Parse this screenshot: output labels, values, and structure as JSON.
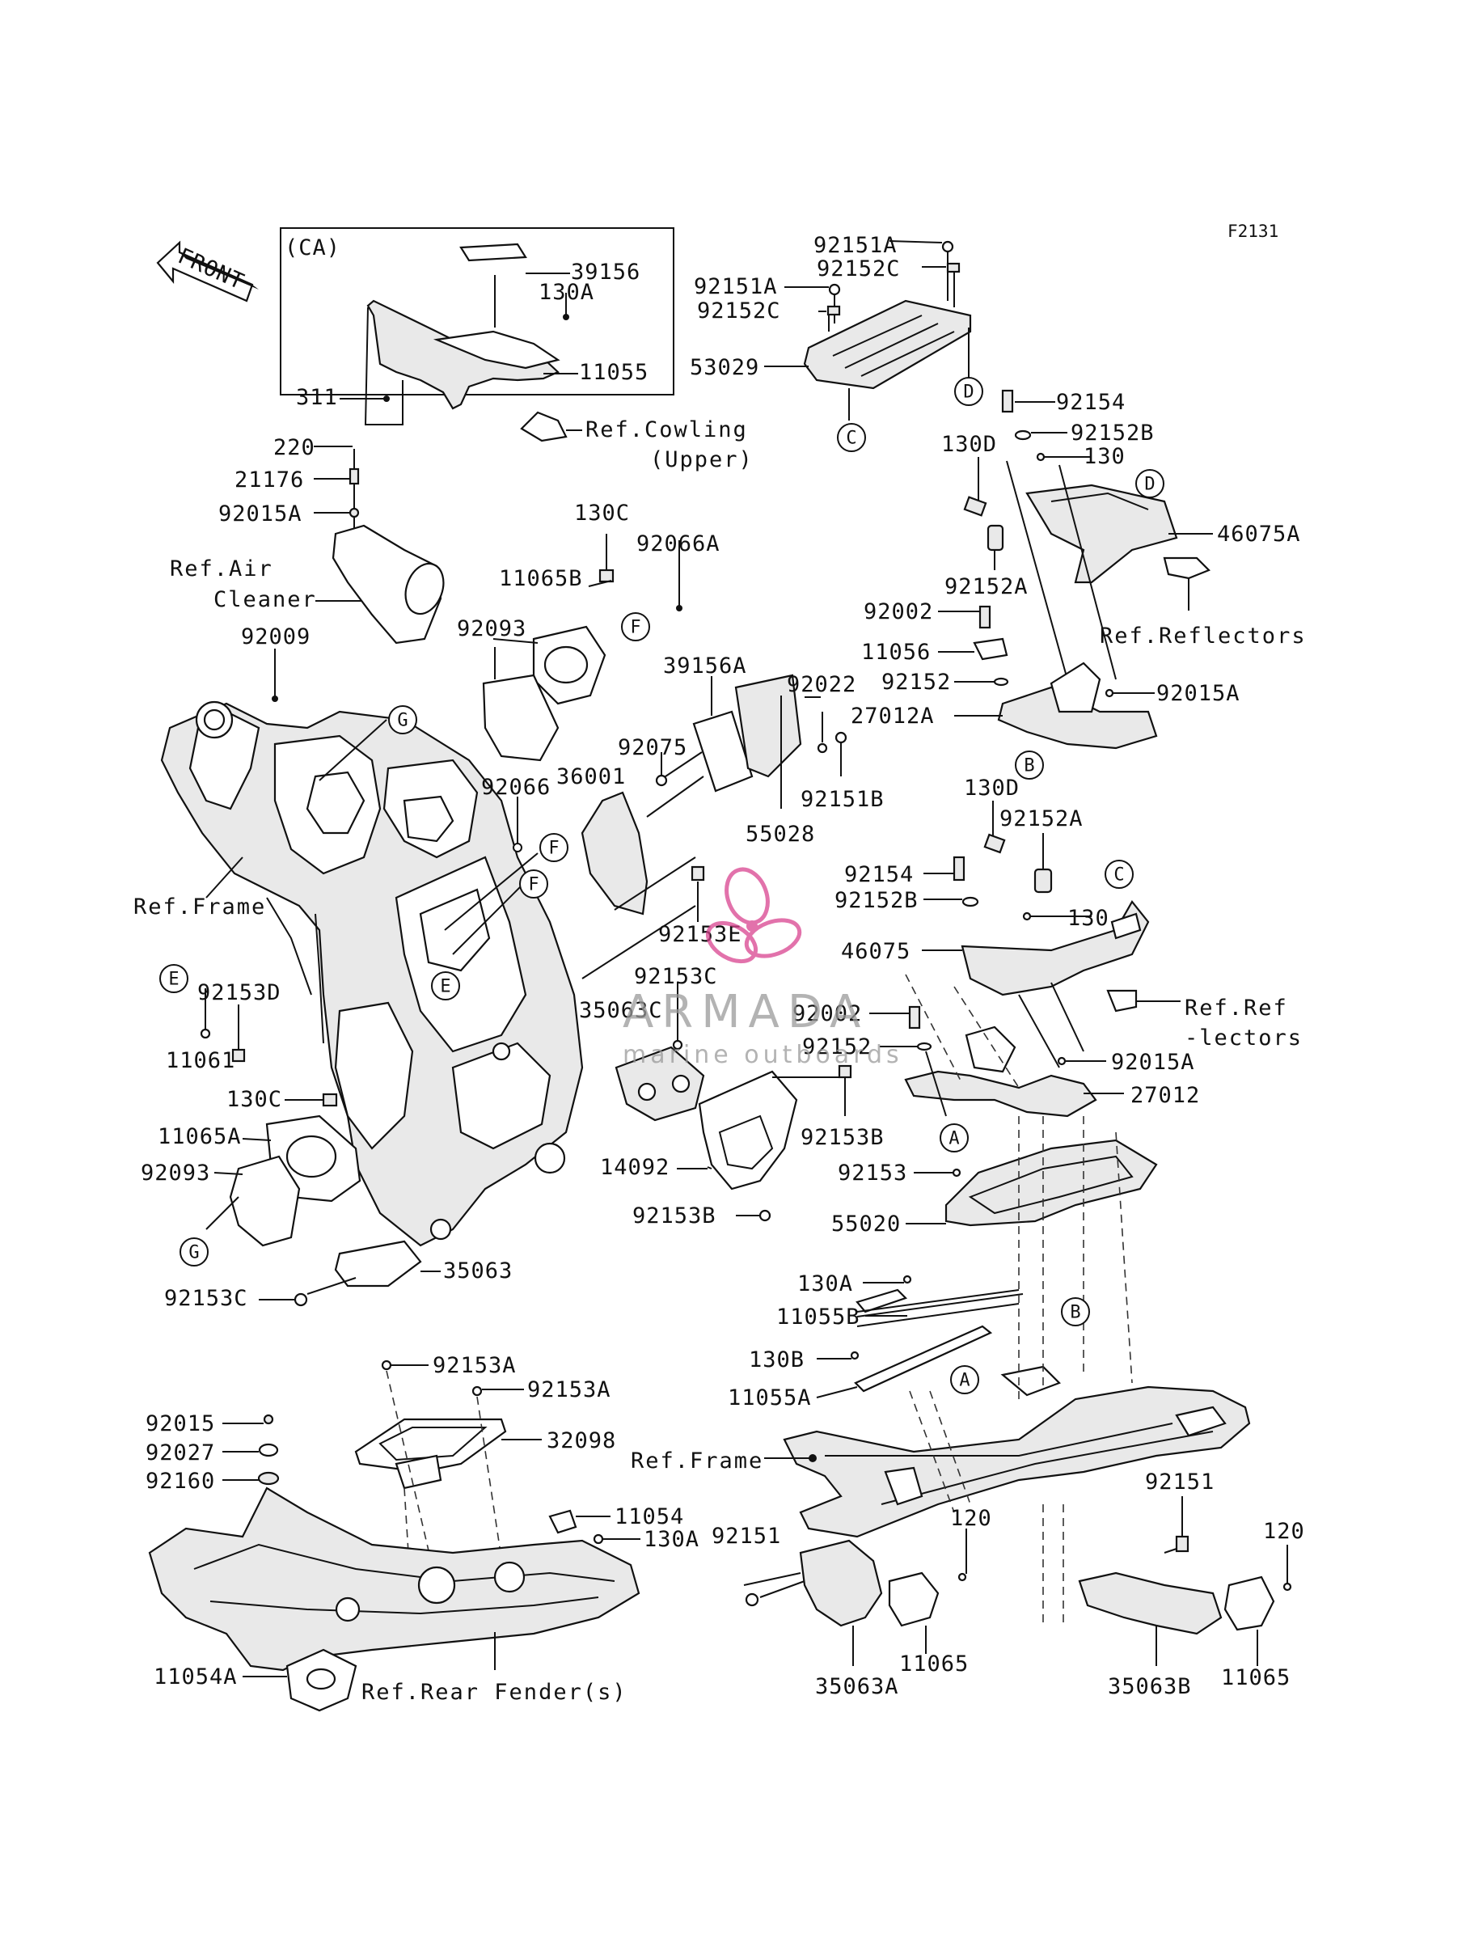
{
  "figure_code": "F2131",
  "front_label": "FRONT",
  "inset_title": "(CA)",
  "watermark": {
    "brand": "ARMADA",
    "tagline": "marine outboards",
    "accent": "#d9438f"
  },
  "refs": {
    "cowling_1": "Ref.Cowling",
    "cowling_2": "(Upper)",
    "air_1": "Ref.Air",
    "air_2": "Cleaner",
    "frame_left": "Ref.Frame",
    "reflectors_top": "Ref.Reflectors",
    "reflectors_mid_1": "Ref.Ref",
    "reflectors_mid_2": "-lectors",
    "frame_sub": "Ref.Frame",
    "rear_fender": "Ref.Rear Fender(s)"
  },
  "labels": {
    "l39156": "39156",
    "l130A_ca": "130A",
    "l11055": "11055",
    "l311": "311",
    "l220": "220",
    "l21176": "21176",
    "l92015A_1": "92015A",
    "l130C_1": "130C",
    "l92066A": "92066A",
    "l11065B": "11065B",
    "l92093_1": "92093",
    "l92009": "92009",
    "l92066": "92066",
    "l92151A_1": "92151A",
    "l92152C_1": "92152C",
    "l92151A_2": "92151A",
    "l92152C_2": "92152C",
    "l53029": "53029",
    "l92154_1": "92154",
    "l92152B_1": "92152B",
    "l130D_1": "130D",
    "l130_1": "130",
    "l46075A": "46075A",
    "l92152A_1": "92152A",
    "l92002_1": "92002",
    "l11056": "11056",
    "l92152_1": "92152",
    "l92015A_2": "92015A",
    "l27012A": "27012A",
    "l39156A": "39156A",
    "l92022": "92022",
    "l92075": "92075",
    "l36001": "36001",
    "l92151B": "92151B",
    "l55028": "55028",
    "l130D_2": "130D",
    "l92152A_2": "92152A",
    "l92154_2": "92154",
    "l92152B_2": "92152B",
    "l130_2": "130",
    "l46075": "46075",
    "l92153E": "92153E",
    "l92153C_1": "92153C",
    "l35063C": "35063C",
    "l92002_2": "92002",
    "l92152_2": "92152",
    "l92015A_3": "92015A",
    "l27012": "27012",
    "l92153B_1": "92153B",
    "l14092": "14092",
    "l92153B_2": "92153B",
    "l92153": "92153",
    "l55020": "55020",
    "l92153D": "92153D",
    "l11061": "11061",
    "l130C_2": "130C",
    "l11065A": "11065A",
    "l92093_2": "92093",
    "l35063": "35063",
    "l92153C_2": "92153C",
    "l130A_1": "130A",
    "l11055B": "11055B",
    "l130B": "130B",
    "l11055A": "11055A",
    "l92153A_1": "92153A",
    "l92153A_2": "92153A",
    "l32098": "32098",
    "l92015": "92015",
    "l92027": "92027",
    "l92160": "92160",
    "l11054": "11054",
    "l130A_2": "130A",
    "l11054A": "11054A",
    "l92151_1": "92151",
    "l120_1": "120",
    "l92151_2": "92151",
    "l120_2": "120",
    "l35063A": "35063A",
    "l11065_1": "11065",
    "l35063B": "35063B",
    "l11065_2": "11065"
  },
  "callouts": {
    "D1": "D",
    "C1": "C",
    "D2": "D",
    "B1": "B",
    "C2": "C",
    "A1": "A",
    "F1": "F",
    "F2": "F",
    "F3": "F",
    "G1": "G",
    "G2": "G",
    "E1": "E",
    "E2": "E",
    "B2": "B",
    "A2": "A"
  }
}
